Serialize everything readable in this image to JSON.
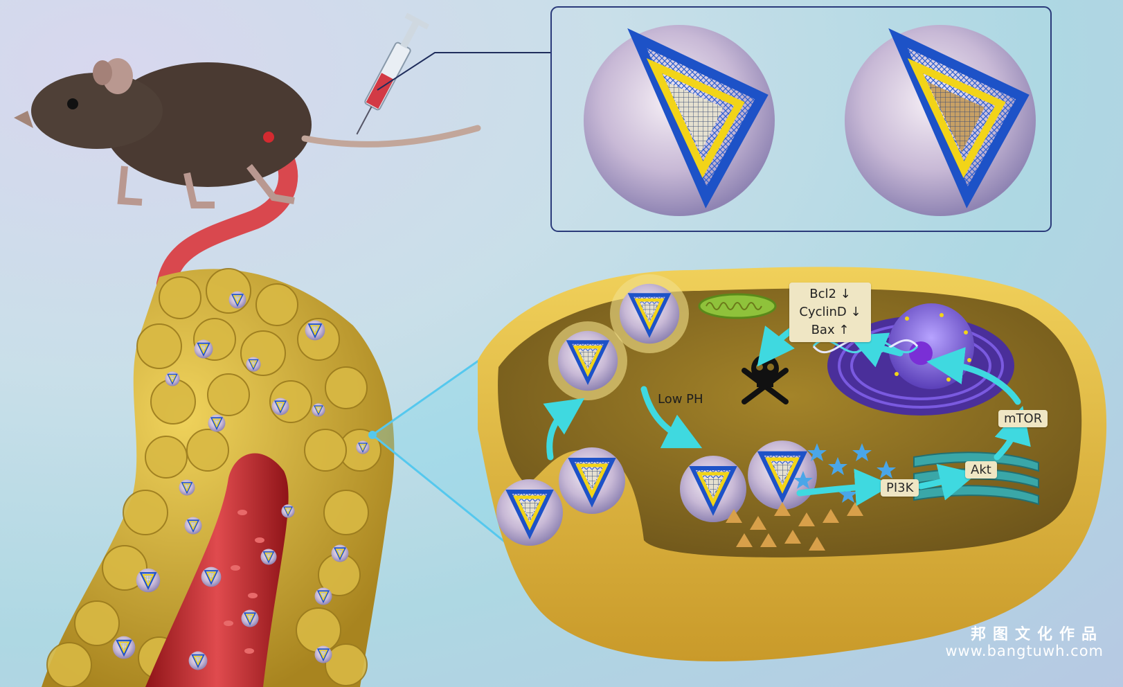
{
  "labels": {
    "low_ph": "Low PH",
    "pi3k": "PI3K",
    "akt": "Akt",
    "mtor": "mTOR"
  },
  "markers": [
    "Bcl2 ↓",
    "CyclinD ↓",
    "Bax ↑"
  ],
  "watermark": {
    "chinese": "邦图文化作品",
    "url": "www.bangtuwh.com"
  },
  "colors": {
    "tumor": "#c9a63a",
    "cell_membrane": "#e8c84a",
    "cytoplasm": "#8a6e22",
    "vessel": "#c72e34",
    "arrow": "#3fd9e0",
    "nanoparticle_shell": "#2f6ad6",
    "nanoparticle_layer": "#f2d418",
    "nucleus": "#6b4bc9",
    "mitochondrion": "#8fc23b",
    "er": "#3aa7a8",
    "mouse": "#4a3a32",
    "frame": "#2a3a7a"
  },
  "icons": [
    "syringe-icon",
    "skull-crossbones-icon",
    "dna-icon",
    "nanoparticle-icon"
  ]
}
